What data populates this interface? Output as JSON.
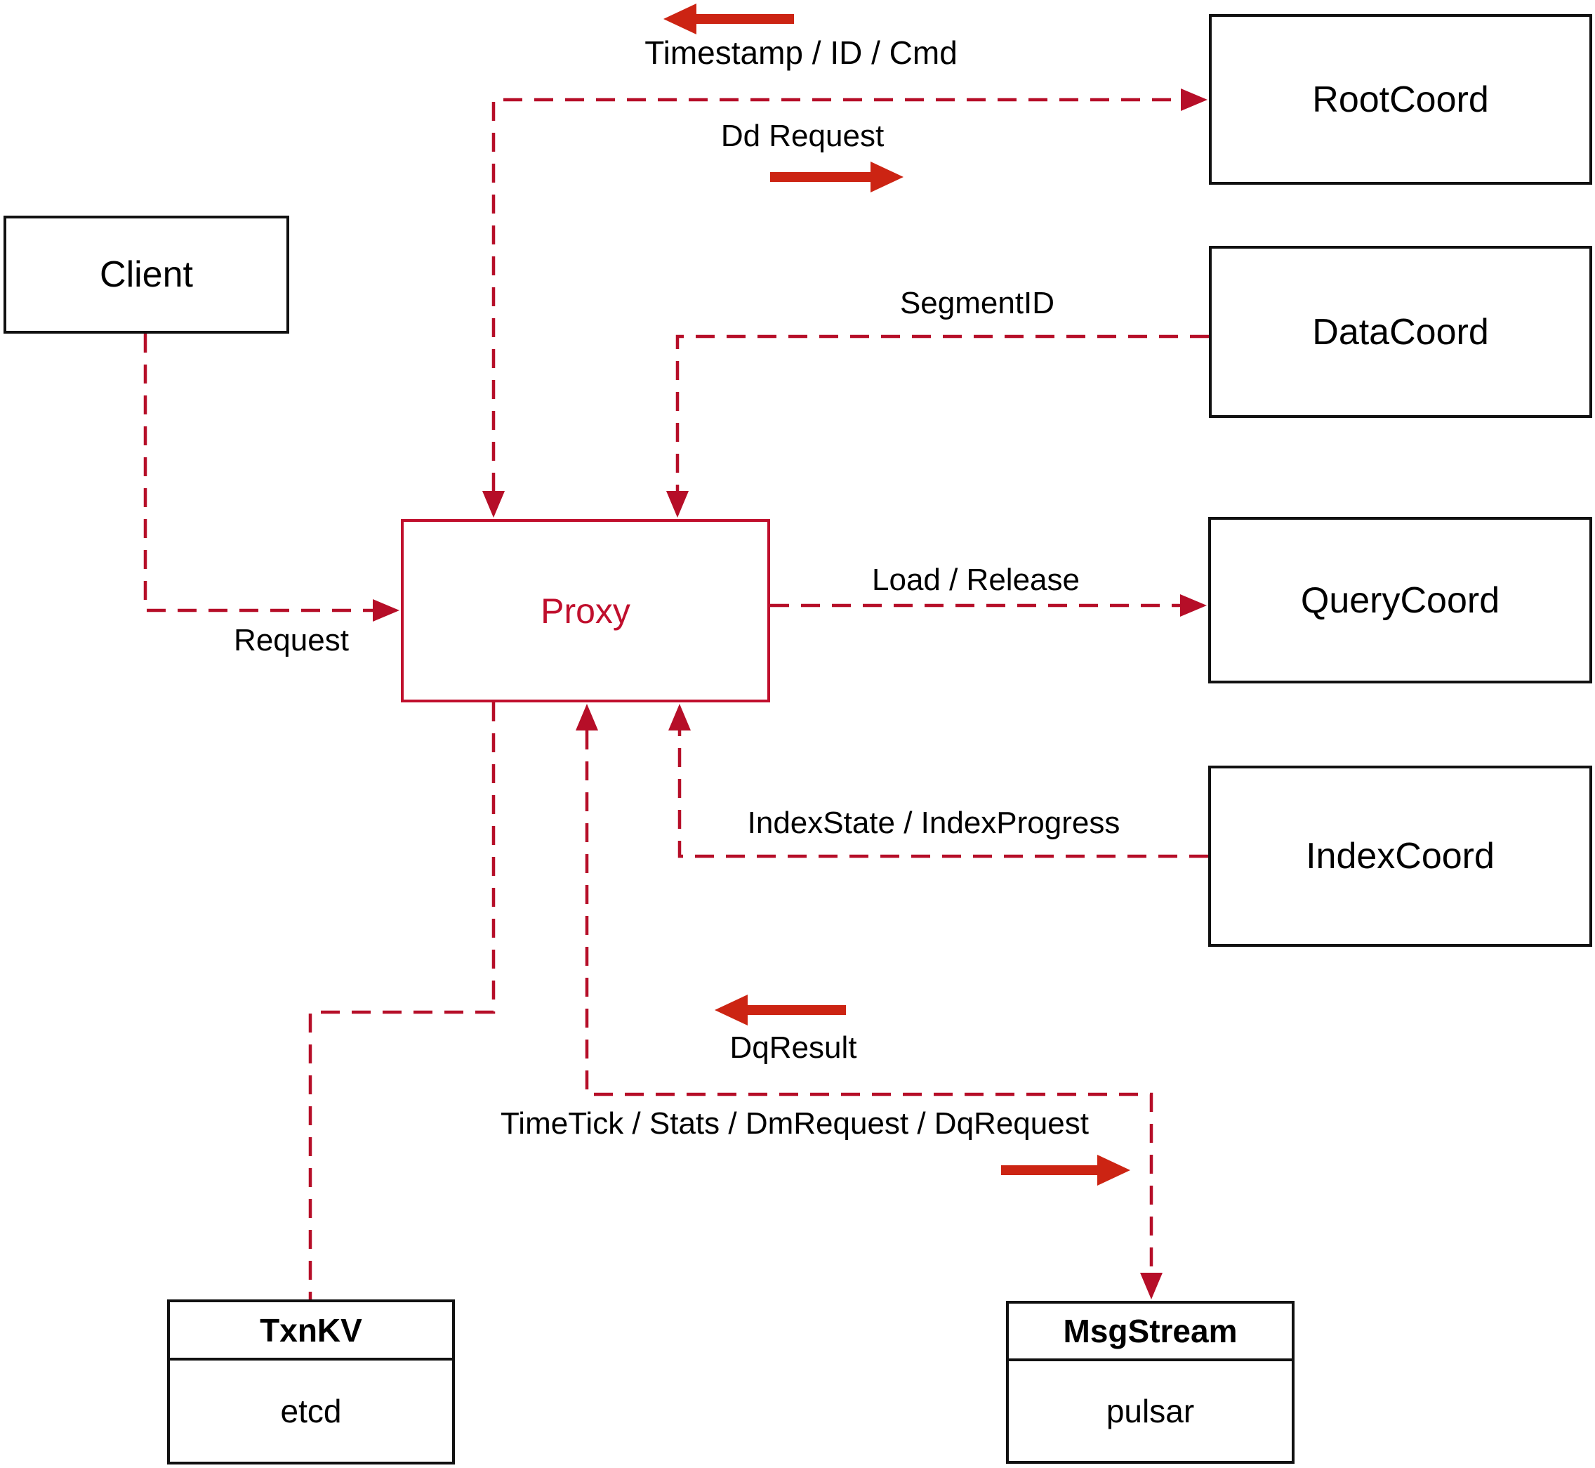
{
  "nodes": {
    "client": {
      "label": "Client"
    },
    "proxy": {
      "label": "Proxy"
    },
    "root_coord": {
      "label": "RootCoord"
    },
    "data_coord": {
      "label": "DataCoord"
    },
    "query_coord": {
      "label": "QueryCoord"
    },
    "index_coord": {
      "label": "IndexCoord"
    },
    "txn_kv": {
      "title": "TxnKV",
      "impl": "etcd"
    },
    "msg_stream": {
      "title": "MsgStream",
      "impl": "pulsar"
    }
  },
  "edges": {
    "client_to_proxy": {
      "label": "Request"
    },
    "proxy_root_coord": {
      "return_label": "Timestamp / ID / Cmd",
      "send_label": "Dd Request"
    },
    "data_coord_to_proxy": {
      "label": "SegmentID"
    },
    "proxy_to_query_coord": {
      "label": "Load / Release"
    },
    "index_coord_to_proxy": {
      "label": "IndexState / IndexProgress"
    },
    "proxy_msg_stream": {
      "return_label": "DqResult",
      "send_label": "TimeTick / Stats / DmRequest / DqRequest"
    }
  },
  "colors": {
    "line": "#b60e28",
    "arrow": "#cc2413",
    "box_border": "#111111",
    "proxy_accent": "#c00f2d",
    "background": "#ffffff",
    "text": "#000000"
  }
}
